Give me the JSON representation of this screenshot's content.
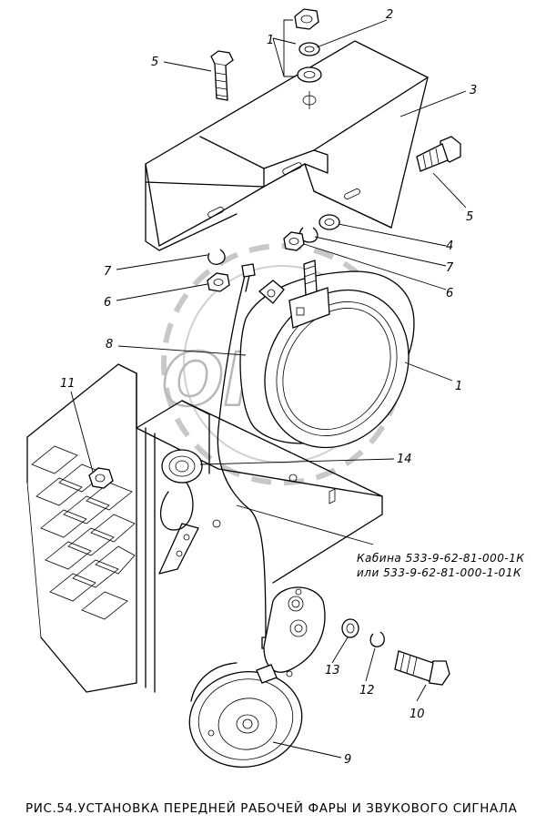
{
  "watermark": "OPEX",
  "cabin_note": {
    "line1": "Кабина 533-9-62-81-000-1К",
    "line2": "или 533-9-62-81-000-1-01К"
  },
  "caption": "РИС.54.УСТАНОВКА ПЕРЕДНЕЙ РАБОЧЕЙ ФАРЫ И ЗВУКОВОГО СИГНАЛА",
  "callouts": {
    "c1a": "1",
    "c2": "2",
    "c5a": "5",
    "c3": "3",
    "c5b": "5",
    "c4": "4",
    "c7a": "7",
    "c7b": "7",
    "c6a": "6",
    "c6b": "6",
    "c8": "8",
    "c1b": "1",
    "c11": "11",
    "c14": "14",
    "c13": "13",
    "c12": "12",
    "c10": "10",
    "c9": "9"
  }
}
